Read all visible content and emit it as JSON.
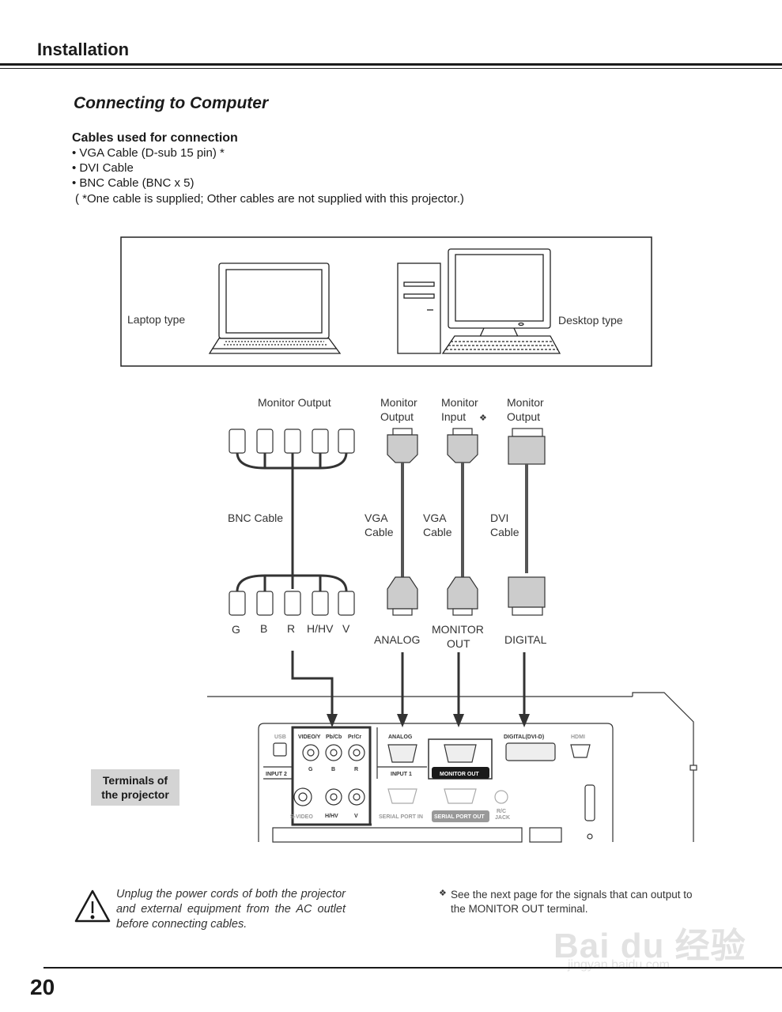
{
  "header": {
    "section": "Installation",
    "page_number": "20"
  },
  "title": "Connecting to Computer",
  "cables": {
    "heading": "Cables used for connection",
    "items": [
      "• VGA Cable (D-sub 15 pin) *",
      "• DVI Cable",
      "• BNC Cable (BNC x 5)"
    ],
    "note": "( *One cable is supplied; Other cables are not supplied with this projector.)"
  },
  "computers": {
    "laptop": "Laptop type",
    "desktop": "Desktop type"
  },
  "connectors": {
    "bnc_top": "Monitor Output",
    "vga1_top": [
      "Monitor",
      "Output"
    ],
    "vga2_top": [
      "Monitor",
      "Input"
    ],
    "vga2_mark": "❖",
    "dvi_top": [
      "Monitor",
      "Output"
    ],
    "bnc_cable": "BNC Cable",
    "vga1_cable": [
      "VGA",
      "Cable"
    ],
    "vga2_cable": [
      "VGA",
      "Cable"
    ],
    "dvi_cable": [
      "DVI",
      "Cable"
    ],
    "bnc_ends": [
      "G",
      "B",
      "R",
      "H/HV",
      "V"
    ],
    "analog": "ANALOG",
    "monitor_out": [
      "MONITOR",
      "OUT"
    ],
    "digital": "DIGITAL"
  },
  "terminals": {
    "label": [
      "Terminals of",
      "the projector"
    ],
    "usb": "USB",
    "video_y": "VIDEO/Y",
    "pb_cb": "Pb/Cb",
    "pr_cr": "Pr/Cr",
    "g": "G",
    "b": "B",
    "r": "R",
    "input2": "INPUT 2",
    "svideo": "S-VIDEO",
    "hhv": "H/HV",
    "v": "V",
    "analog": "ANALOG",
    "input1": "INPUT 1",
    "monitor_out": "MONITOR OUT",
    "serial_in": "SERIAL PORT IN",
    "serial_out": "SERIAL PORT OUT",
    "rc_jack": [
      "R/C",
      "JACK"
    ],
    "digital": "DIGITAL(DVI-D)",
    "hdmi": "HDMI"
  },
  "warning": "Unplug the power cords of both the projector and external equipment from the AC outlet before connecting cables.",
  "note": {
    "mark": "❖",
    "text": "See the next page for the signals that can output to the MONITOR OUT terminal."
  },
  "watermark": {
    "main": "Bai du 经验",
    "url": "jingyan.baidu.com"
  }
}
